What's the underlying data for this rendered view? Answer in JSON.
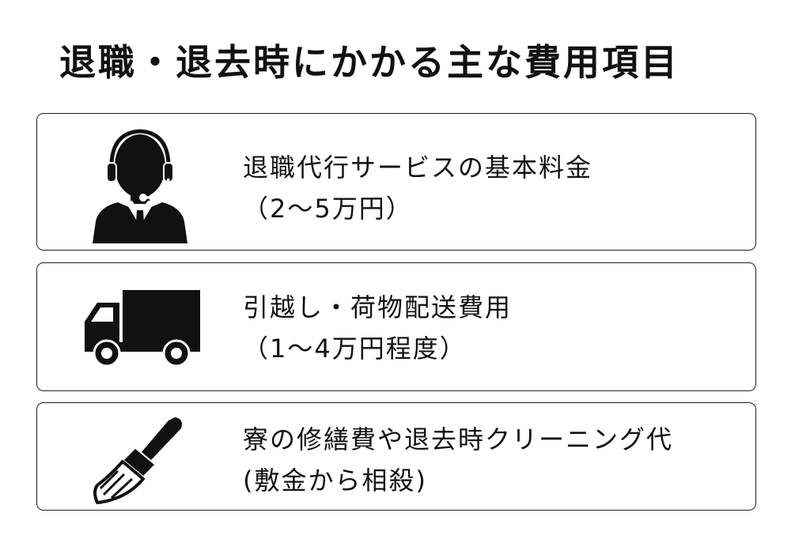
{
  "title": "退職・退去時にかかる主な費用項目",
  "items": [
    {
      "icon": "operator-headset-icon",
      "line1": "退職代行サービスの基本料金",
      "line2": "（2〜5万円）"
    },
    {
      "icon": "delivery-truck-icon",
      "line1": "引越し・荷物配送費用",
      "line2": "（1〜4万円程度）"
    },
    {
      "icon": "cleaning-brush-icon",
      "line1": "寮の修繕費や退去時クリーニング代",
      "line2": "(敷金から相殺)"
    }
  ],
  "colors": {
    "text": "#111111",
    "border": "#222222",
    "background": "#ffffff"
  }
}
